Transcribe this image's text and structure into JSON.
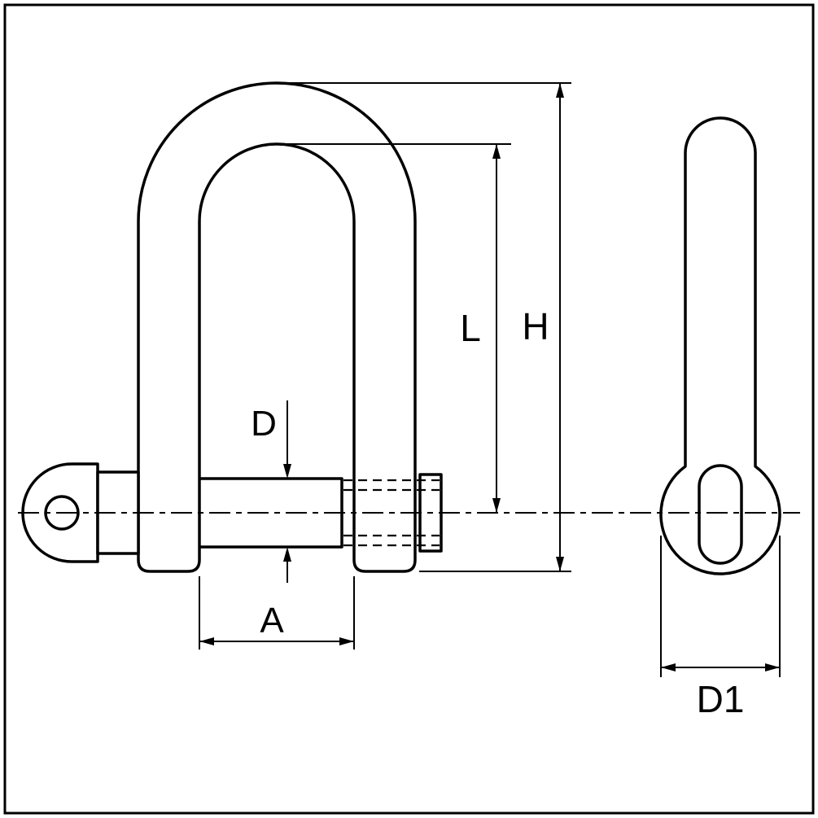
{
  "drawing": {
    "background_color": "#ffffff",
    "line_color": "#000000",
    "dimension_labels": {
      "inner_length": "L",
      "overall_length": "H",
      "pin_diameter": "D",
      "inner_width": "A",
      "body_diameter": "D1"
    }
  }
}
